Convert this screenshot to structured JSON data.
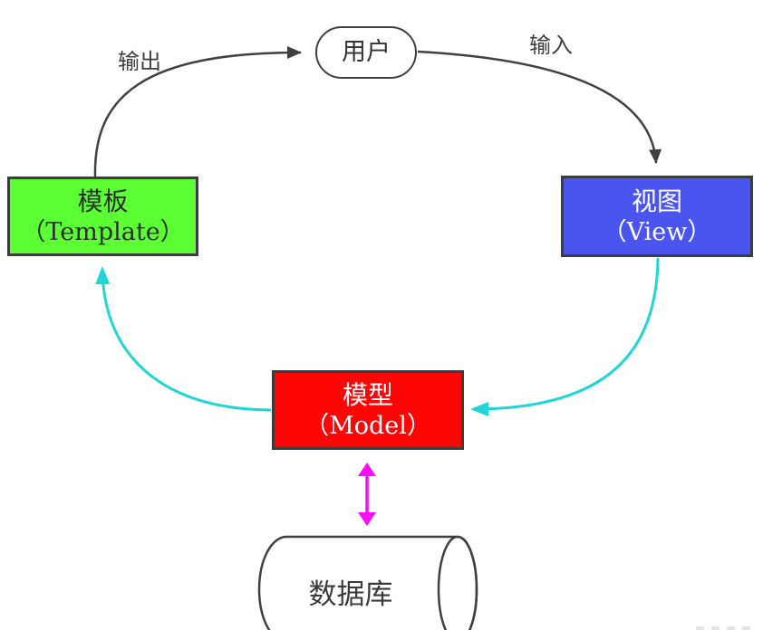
{
  "diagram": {
    "nodes": {
      "user": {
        "label": "用户",
        "shape": "rounded-rect"
      },
      "template": {
        "title": "模板",
        "subtitle": "（Template）",
        "color": "#5bff33"
      },
      "view": {
        "title": "视图",
        "subtitle": "（View）",
        "color": "#4a55f0"
      },
      "model": {
        "title": "模型",
        "subtitle": "（Model）",
        "color": "#fe0506"
      },
      "database": {
        "label": "数据库",
        "shape": "cylinder"
      }
    },
    "edges": {
      "output": {
        "label": "输出",
        "from": "template",
        "to": "user",
        "color": "#404040"
      },
      "input": {
        "label": "输入",
        "from": "user",
        "to": "view",
        "color": "#404040"
      },
      "view_to_model": {
        "label": "",
        "from": "view",
        "to": "model",
        "color": "#1fd6d6"
      },
      "model_to_template": {
        "label": "",
        "from": "model",
        "to": "template",
        "color": "#1fd6d6"
      },
      "model_to_database": {
        "label": "",
        "from": "model",
        "to": "database",
        "color": "#fa0dfa",
        "bidirectional": true
      }
    },
    "colors": {
      "line": "#404040",
      "flow_arrow": "#1fd6d6",
      "db_arrow": "#fa0dfa",
      "background": "#ffffff"
    }
  }
}
